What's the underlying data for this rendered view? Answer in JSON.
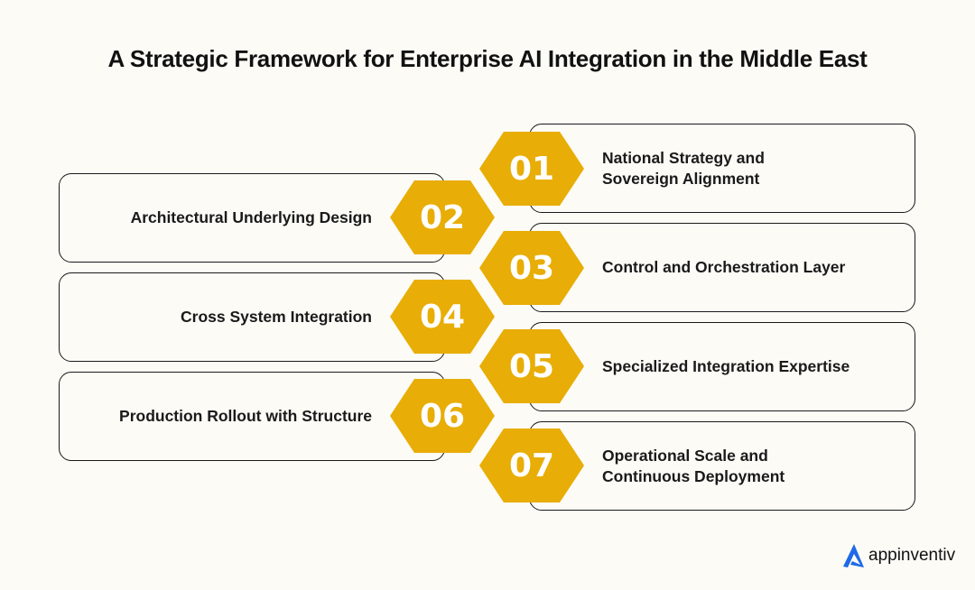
{
  "title": "A Strategic Framework for Enterprise AI Integration in the Middle East",
  "colors": {
    "accent": "#e8ad06",
    "background": "#fcfbf6",
    "border": "#1a1a1a",
    "logo_blue": "#1e6ae8"
  },
  "steps": [
    {
      "num": "01",
      "label": "National Strategy and Sovereign Alignment",
      "lines": [
        "National Strategy and",
        "Sovereign Alignment"
      ],
      "side": "right"
    },
    {
      "num": "02",
      "label": "Architectural Underlying Design",
      "side": "left"
    },
    {
      "num": "03",
      "label": "Control and Orchestration Layer",
      "side": "right"
    },
    {
      "num": "04",
      "label": "Cross System Integration",
      "side": "left"
    },
    {
      "num": "05",
      "label": "Specialized Integration Expertise",
      "side": "right"
    },
    {
      "num": "06",
      "label": "Production Rollout with Structure",
      "side": "left"
    },
    {
      "num": "07",
      "label": "Operational Scale and Continuous Deployment",
      "lines": [
        "Operational Scale and",
        "Continuous Deployment"
      ],
      "side": "right"
    }
  ],
  "logo": {
    "text": "appinventiv",
    "icon": "appinventiv-a-logo-icon"
  }
}
